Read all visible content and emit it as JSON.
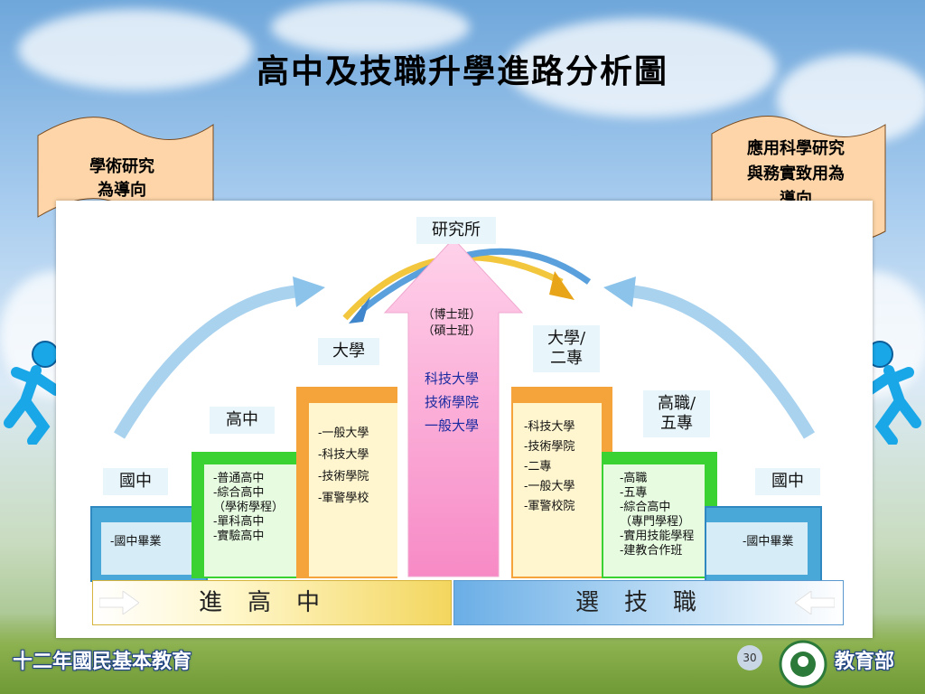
{
  "title": "高中及技職升學進路分析圖",
  "flags": {
    "left": [
      "學術研究",
      "為導向"
    ],
    "right": [
      "應用科學研究",
      "與務實致用為",
      "導向"
    ]
  },
  "levels": {
    "top": "研究所",
    "center_degrees": [
      "（博士班）",
      "（碩士班）"
    ],
    "center_schools": [
      "科技大學",
      "技術學院",
      "一般大學"
    ],
    "left_university": "大學",
    "right_university": [
      "大學/",
      "二專"
    ],
    "left_highschool": "高中",
    "right_vocational": [
      "高職/",
      "五專"
    ],
    "left_junior": "國中",
    "right_junior": "國中"
  },
  "boxes": {
    "left_blue": [
      "-國中畢業"
    ],
    "left_green": [
      "-普通高中",
      "-綜合高中",
      "（學術學程）",
      "-單科高中",
      "-實驗高中"
    ],
    "left_yellow": [
      "-一般大學",
      "-科技大學",
      "-技術學院",
      "-軍警學校"
    ],
    "right_yellow": [
      "-科技大學",
      "-技術學院",
      "-二專",
      "-一般大學",
      "-軍警校院"
    ],
    "right_green": [
      "-高職",
      "-五專",
      "-綜合高中",
      "（專門學程）",
      "-實用技能學程",
      "-建教合作班"
    ],
    "right_blue": [
      "-國中畢業"
    ]
  },
  "bars": {
    "left": "進高中",
    "right": "選技職"
  },
  "footer": {
    "program": "十二年國民基本教育",
    "page": "30",
    "ministry": "教育部"
  },
  "icons": {
    "runner_left": "running-person-icon",
    "runner_right": "running-person-icon",
    "seal": "ministry-seal-icon"
  },
  "colors": {
    "flag_fill": "#fdd5a8",
    "center_arrow": "#f7a3d2",
    "step_blue": "#49a8d8",
    "step_green": "#39d232",
    "step_orange": "#f5a43c",
    "bar_left": "#f4dc6a",
    "bar_right": "#7fb6e6",
    "runner": "#1aa7e8"
  }
}
